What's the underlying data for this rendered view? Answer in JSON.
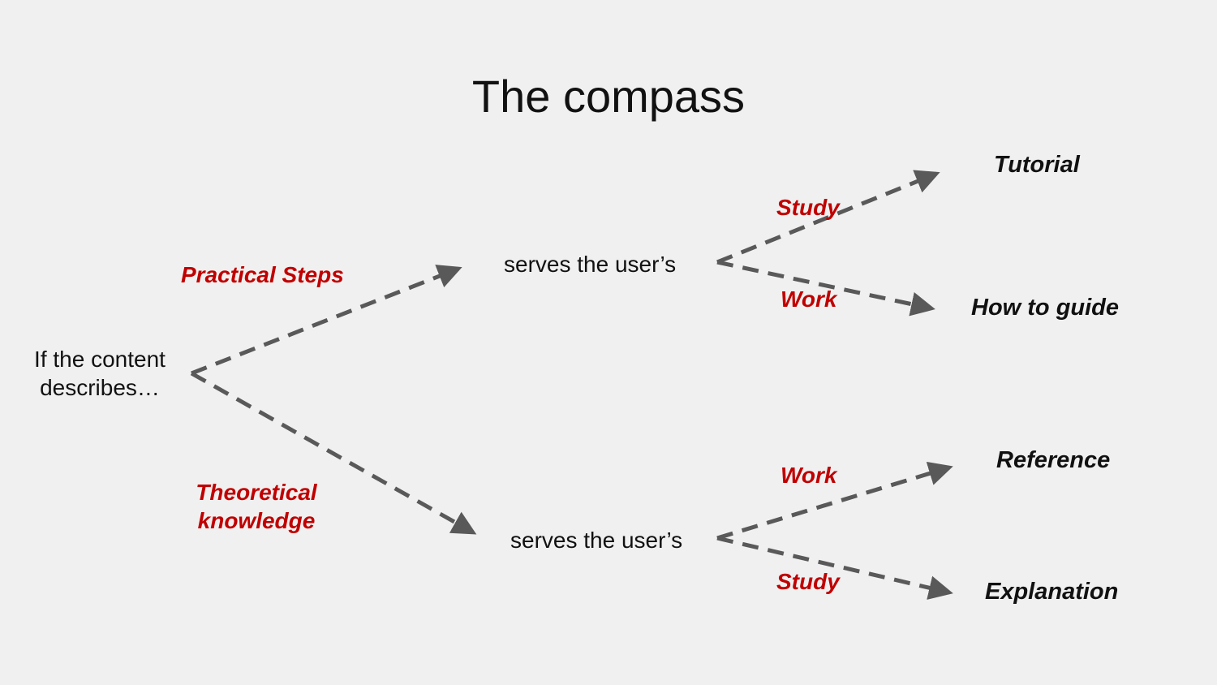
{
  "title": "The compass",
  "start": {
    "line1": "If the content",
    "line2": "describes…"
  },
  "branches": {
    "practical": "Practical Steps",
    "theoretical_line1": "Theoretical",
    "theoretical_line2": "knowledge"
  },
  "middle": {
    "upper": "serves the user’s",
    "lower": "serves the user’s"
  },
  "needs": {
    "upper_study": "Study",
    "upper_work": "Work",
    "lower_work": "Work",
    "lower_study": "Study"
  },
  "outcomes": {
    "tutorial": "Tutorial",
    "how_to": "How to guide",
    "reference": "Reference",
    "explanation": "Explanation"
  },
  "colors": {
    "accent_red": "#c00000",
    "arrow_gray": "#595959",
    "background": "#f0f0f0"
  }
}
